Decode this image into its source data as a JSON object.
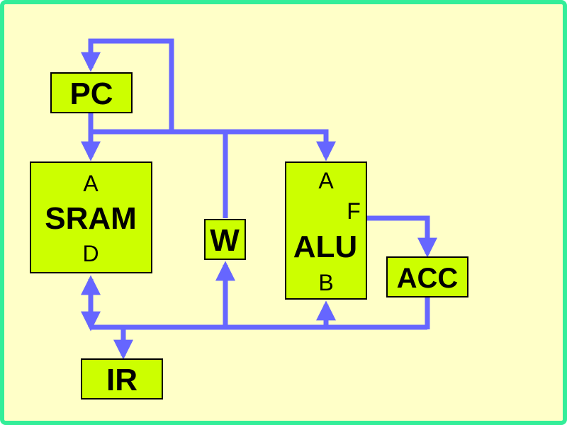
{
  "diagram": {
    "colors": {
      "background": "#ffffc8",
      "frame": "#33ee99",
      "block_fill": "#ccff00",
      "block_stroke": "#000000",
      "bus": "#6666ff"
    },
    "blocks": {
      "pc": {
        "label": "PC"
      },
      "sram": {
        "label": "SRAM",
        "port_a": "A",
        "port_d": "D"
      },
      "w": {
        "label": "W"
      },
      "alu": {
        "label": "ALU",
        "port_a": "A",
        "port_f": "F",
        "port_b": "B"
      },
      "acc": {
        "label": "ACC"
      },
      "ir": {
        "label": "IR"
      }
    }
  }
}
